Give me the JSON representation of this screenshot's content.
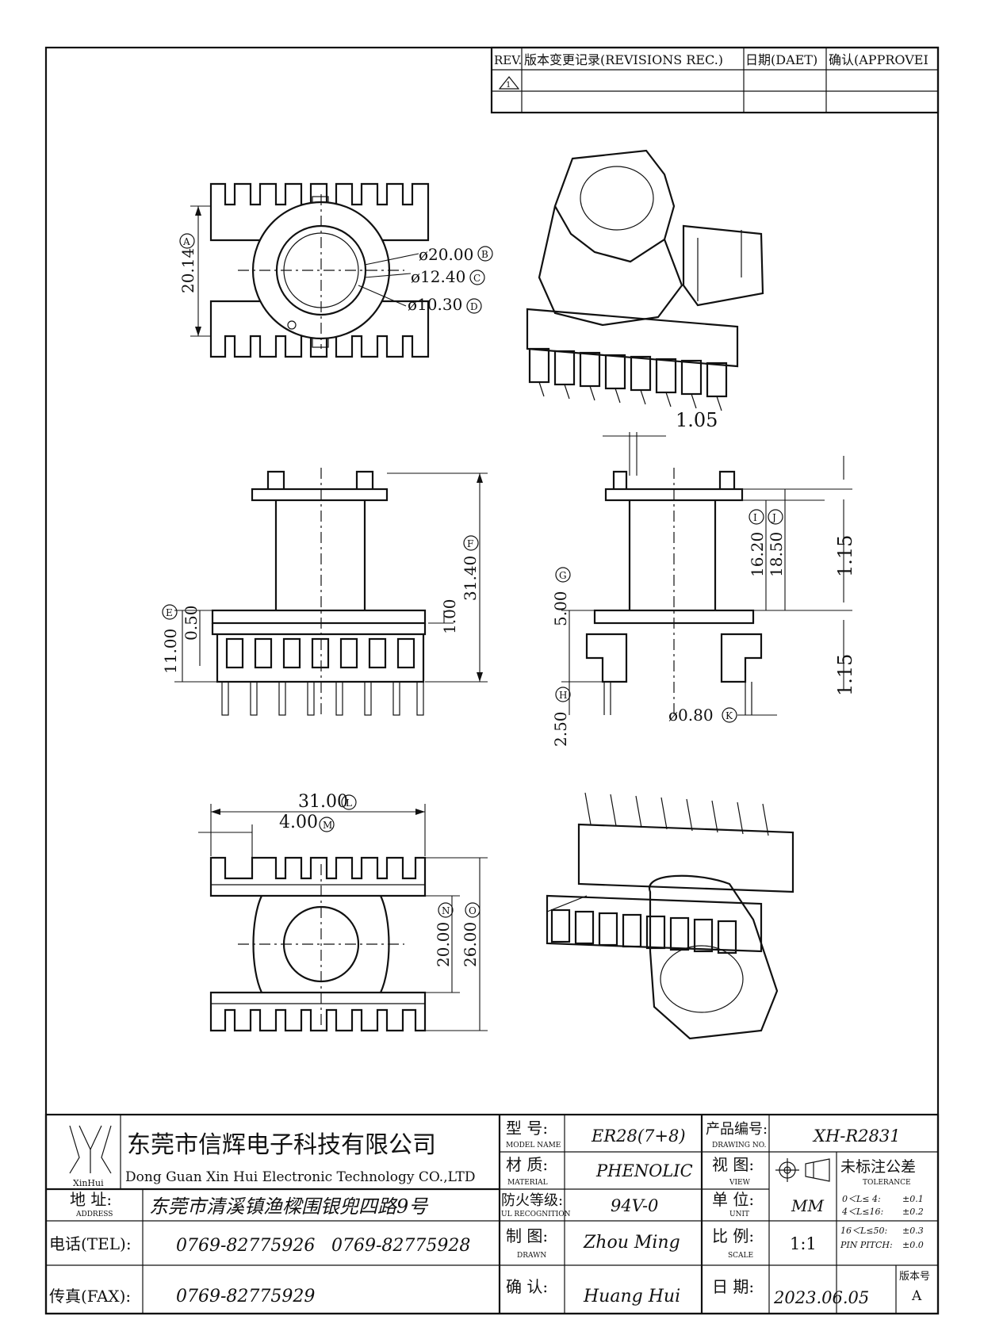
{
  "revisions": {
    "headers": [
      "REV.",
      "版本变更记录(REVISIONS REC.)",
      "日期(DAET)",
      "确认(APPROVEI"
    ],
    "rev_mark": "1"
  },
  "dimensions": {
    "top_height": "20.14",
    "top_height_ref": "A",
    "dia_outer": "ø20.00",
    "dia_outer_ref": "B",
    "dia_mid": "ø12.40",
    "dia_mid_ref": "C",
    "dia_inner": "ø10.30",
    "dia_inner_ref": "D",
    "side_total": "31.40",
    "side_total_ref": "F",
    "side_base": "11.00",
    "side_base_ref": "E",
    "side_flange": "0.50",
    "side_step": "1.00",
    "wall": "1.05",
    "inner_i": "16.20",
    "inner_i_ref": "I",
    "inner_j": "18.50",
    "inner_j_ref": "J",
    "pitch_a": "1.15",
    "pitch_b": "1.15",
    "g_val": "5.00",
    "g_ref": "G",
    "h_val": "2.50",
    "h_ref": "H",
    "pin_dia": "ø0.80",
    "pin_dia_ref": "K",
    "bottom_width": "31.00",
    "bottom_width_ref": "L",
    "pin_spacing": "4.00",
    "pin_spacing_ref": "M",
    "bottom_inner": "20.00",
    "bottom_inner_ref": "N",
    "bottom_outer": "26.00",
    "bottom_outer_ref": "O"
  },
  "title_block": {
    "logo_text": "XinHui",
    "company_cn": "东莞市信辉电子科技有限公司",
    "company_en": "Dong Guan Xin Hui Electronic Technology CO.,LTD",
    "address_label": "地  址:",
    "address_label_en": "ADDRESS",
    "address": "东莞市清溪镇渔樑围银兜四路9号",
    "tel_label": "电话(TEL):",
    "tel1": "0769-82775926",
    "tel2": "0769-82775928",
    "fax_label": "传真(FAX):",
    "fax": "0769-82775929",
    "model_label": "型  号:",
    "model_label_en": "MODEL NAME",
    "model": "ER28(7+8)",
    "material_label": "材  质:",
    "material_label_en": "MATERIAL",
    "material": "PHENOLIC",
    "ul_label": "防火等级:",
    "ul_label_en": "UL RECOGNITION",
    "ul": "94V-0",
    "drawn_label": "制  图:",
    "drawn_label_en": "DRAWN",
    "drawn": "Zhou Ming",
    "check_label": "确  认:",
    "check": "Huang Hui",
    "drawing_no_label": "产品编号:",
    "drawing_no_label_en": "DRAWING NO.",
    "drawing_no": "XH-R2831",
    "view_label": "视  图:",
    "view_label_en": "VIEW",
    "unit_label": "单  位:",
    "unit_label_en": "UNIT",
    "unit": "MM",
    "scale_label": "比  例:",
    "scale_label_en": "SCALE",
    "scale": "1:1",
    "date_label": "日  期:",
    "date": "2023.06.05",
    "version_label": "版本号",
    "version": "A",
    "tolerance_title": "未标注公差",
    "tolerance_en": "TOLERANCE",
    "tolerances": [
      {
        "range": "0＜L≤ 4:",
        "value": "±0.1"
      },
      {
        "range": "4＜L≤16:",
        "value": "±0.2"
      },
      {
        "range": "16＜L≤50:",
        "value": "±0.3"
      },
      {
        "range": "PIN PITCH:",
        "value": "±0.0"
      }
    ]
  }
}
